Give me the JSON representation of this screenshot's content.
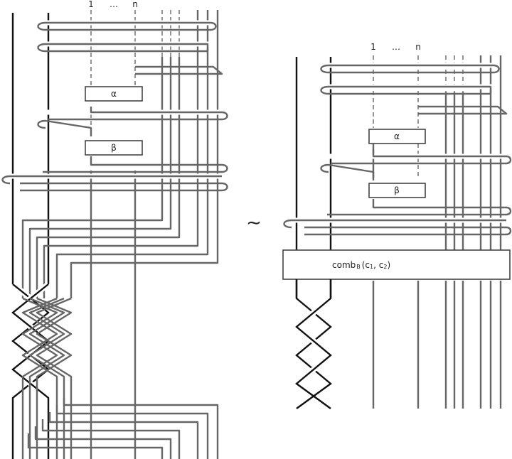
{
  "left": {
    "index_first": "1",
    "index_dots": "…",
    "index_last": "n",
    "box_alpha": "α",
    "box_beta": "β"
  },
  "equivalence": "∼",
  "right": {
    "index_first": "1",
    "index_dots": "…",
    "index_last": "n",
    "box_alpha": "α",
    "box_beta": "β",
    "comb_label": "comb",
    "comb_subscript": "B",
    "comb_args": "(c",
    "comb_arg1_sub": "1",
    "comb_sep": ", c",
    "comb_arg2_sub": "2",
    "comb_close": ")"
  }
}
